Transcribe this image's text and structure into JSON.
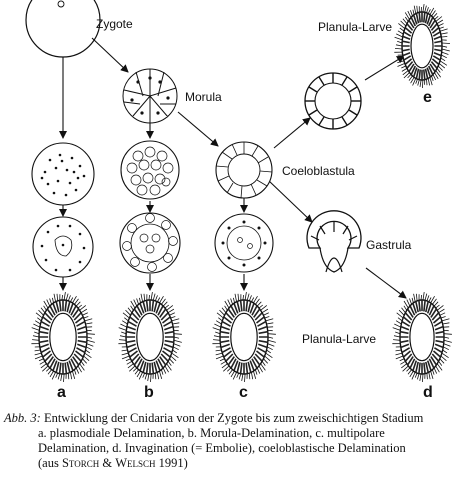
{
  "labels": {
    "zygote": "Zygote",
    "morula": "Morula",
    "coeloblastula": "Coeloblastula",
    "gastrula": "Gastrula",
    "planula_top": "Planula-Larve",
    "planula_bottom": "Planula-Larve",
    "a": "a",
    "b": "b",
    "c": "c",
    "d": "d",
    "e": "e"
  },
  "caption": {
    "abbr": "Abb. 3:",
    "line1": "Entwicklung der Cnidaria von der Zygote bis zum zweischichtigen Stadium",
    "line2": "a. plasmodiale Delamination, b. Morula-Delamination, c. multipolare",
    "line3": "Delamination, d. Invagination (= Embolie), coeloblastische Delamination",
    "line4_pre": "(aus ",
    "author1": "Storch",
    "amp": " & ",
    "author2": "Welsch",
    "year": " 1991)"
  }
}
